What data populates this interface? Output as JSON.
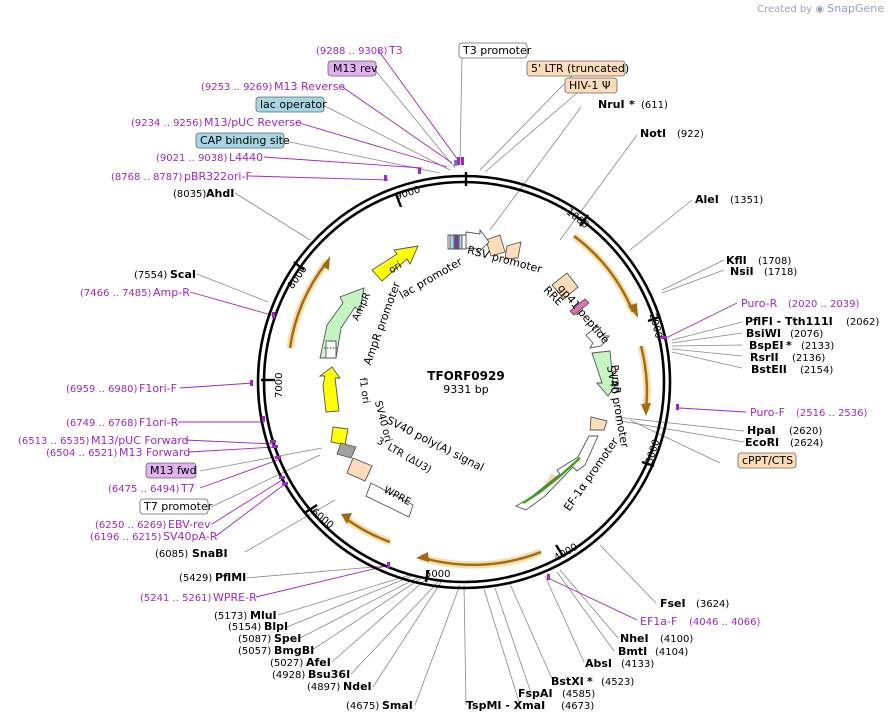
{
  "credit": {
    "created_by": "Created by",
    "brand": "SnapGene"
  },
  "plasmid": {
    "name": "TFORF0929",
    "size": "9331 bp"
  },
  "colors": {
    "enzyme": "#000000",
    "primer": "#a126c6",
    "leader": "#888888",
    "ring": "#000000",
    "ori": "#ffff00",
    "resistance": "#c5f5c3",
    "ltr": "#fddcb9",
    "promoter": "#ffffff",
    "misc": "#a6d6e4",
    "primer_site": "#e0b3f0",
    "glow": "#f0c060"
  },
  "ticks": [
    "1000",
    "2000",
    "3000",
    "4000",
    "5000",
    "6000",
    "7000",
    "8000",
    "9000"
  ],
  "enzymes_right": [
    {
      "name": "NruI",
      "star": "*",
      "pos": "(611)"
    },
    {
      "name": "NotI",
      "pos": "(922)"
    },
    {
      "name": "AleI",
      "pos": "(1351)"
    },
    {
      "name": "KflI",
      "pos": "(1708)"
    },
    {
      "name": "NsiI",
      "pos": "(1718)"
    },
    {
      "name": "PflFI - Tth111I",
      "pos": "(2062)"
    },
    {
      "name": "BsiWI",
      "pos": "(2076)"
    },
    {
      "name": "BspEI",
      "star": "*",
      "pos": "(2133)"
    },
    {
      "name": "RsrII",
      "pos": "(2136)"
    },
    {
      "name": "BstEII",
      "pos": "(2154)"
    },
    {
      "name": "HpaI",
      "pos": "(2620)"
    },
    {
      "name": "EcoRI",
      "pos": "(2624)"
    },
    {
      "name": "FseI",
      "pos": "(3624)"
    },
    {
      "name": "NheI",
      "pos": "(4100)"
    },
    {
      "name": "BmtI",
      "pos": "(4104)"
    },
    {
      "name": "AbsI",
      "pos": "(4133)"
    },
    {
      "name": "BstXI",
      "star": "*",
      "pos": "(4523)"
    },
    {
      "name": "FspAI",
      "pos": "(4585)"
    },
    {
      "name": "TspMI - XmaI",
      "pos": "(4673)"
    }
  ],
  "enzymes_left": [
    {
      "name": "AhdI",
      "pos": "(8035)"
    },
    {
      "name": "ScaI",
      "pos": "(7554)"
    },
    {
      "name": "SnaBI",
      "pos": "(6085)"
    },
    {
      "name": "PflMI",
      "pos": "(5429)"
    },
    {
      "name": "MluI",
      "pos": "(5173)"
    },
    {
      "name": "BlpI",
      "pos": "(5154)"
    },
    {
      "name": "SpeI",
      "pos": "(5087)"
    },
    {
      "name": "BmgBI",
      "pos": "(5057)"
    },
    {
      "name": "AfeI",
      "pos": "(5027)"
    },
    {
      "name": "Bsu36I",
      "pos": "(4928)"
    },
    {
      "name": "NdeI",
      "pos": "(4897)"
    },
    {
      "name": "SmaI",
      "pos": "(4675)"
    }
  ],
  "primers_left": [
    {
      "name": "T3",
      "pos": "(9288 .. 9308)"
    },
    {
      "name": "M13 Reverse",
      "pos": "(9253 .. 9269)"
    },
    {
      "name": "M13/pUC Reverse",
      "pos": "(9234 .. 9256)"
    },
    {
      "name": "L4440",
      "pos": "(9021 .. 9038)"
    },
    {
      "name": "pBR322ori-F",
      "pos": "(8768 .. 8787)"
    },
    {
      "name": "Amp-R",
      "pos": "(7466 .. 7485)"
    },
    {
      "name": "F1ori-F",
      "pos": "(6959 .. 6980)"
    },
    {
      "name": "F1ori-R",
      "pos": "(6749 .. 6768)"
    },
    {
      "name": "M13/pUC Forward",
      "pos": "(6513 .. 6535)"
    },
    {
      "name": "M13 Forward",
      "pos": "(6504 .. 6521)"
    },
    {
      "name": "T7",
      "pos": "(6475 .. 6494)"
    },
    {
      "name": "EBV-rev",
      "pos": "(6250 .. 6269)"
    },
    {
      "name": "SV40pA-R",
      "pos": "(6196 .. 6215)"
    },
    {
      "name": "WPRE-R",
      "pos": "(5241 .. 5261)"
    }
  ],
  "primers_right": [
    {
      "name": "Puro-R",
      "pos": "(2020 .. 2039)"
    },
    {
      "name": "Puro-F",
      "pos": "(2516 .. 2536)"
    },
    {
      "name": "EF1a-F",
      "pos": "(4046 .. 4066)"
    }
  ],
  "boxes": {
    "m13rev": "M13 rev",
    "lac_operator": "lac operator",
    "cap": "CAP binding site",
    "t3_promoter": "T3 promoter",
    "ltr5": "5' LTR (truncated)",
    "hiv": "HIV-1 Ψ",
    "cppt": "cPPT/CTS",
    "m13fwd": "M13 fwd",
    "t7_promoter": "T7 promoter"
  },
  "features": {
    "ori": "ori",
    "lac_promoter": "lac promoter",
    "rsv_promoter": "RSV promoter",
    "rre": "RRE",
    "gp41": "gp41 peptide",
    "sv40_promoter_top": "SV40 promoter",
    "puror": "PuroR",
    "ef1a": "EF-1α promoter",
    "wpre": "WPRE",
    "ltr3": "3' LTR (ΔU3)",
    "sv40_polya": "SV40 poly(A) signal",
    "sv40_ori": "SV40 ori",
    "f1_ori": "f1 ori",
    "ampr": "AmpR",
    "ampr_promoter": "AmpR promoter"
  }
}
